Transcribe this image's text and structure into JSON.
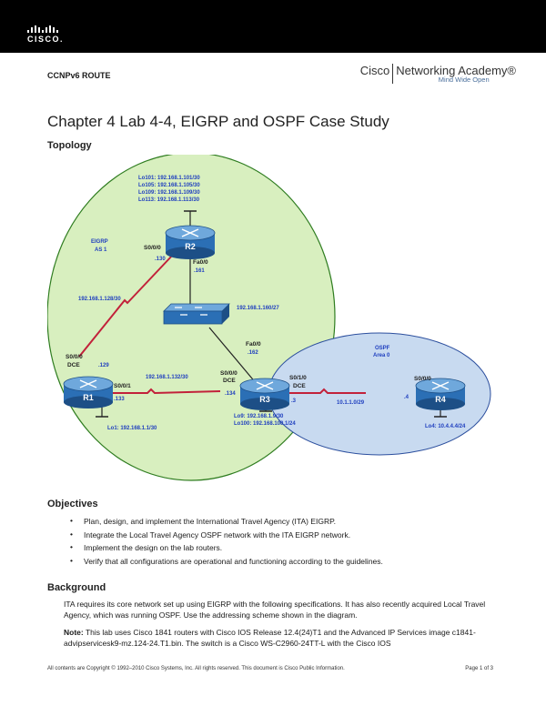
{
  "header": {
    "logo_text": "CISCO.",
    "course": "CCNPv6 ROUTE",
    "academy_brand": "Cisco",
    "academy_name": "Networking Academy®",
    "academy_tagline": "Mind Wide Open"
  },
  "document": {
    "title": "Chapter 4 Lab 4-4, EIGRP and OSPF Case Study",
    "topology_heading": "Topology"
  },
  "topology": {
    "eigrp_label": "EIGRP",
    "eigrp_as": "AS 1",
    "ospf_label": "OSPF",
    "ospf_area": "Area 0",
    "routers": [
      "R1",
      "R2",
      "R3",
      "R4"
    ],
    "r2_loopbacks": [
      "Lo101: 192.168.1.101/30",
      "Lo105: 192.168.1.105/30",
      "Lo109: 192.168.1.109/30",
      "Lo113: 192.168.1.113/30"
    ],
    "r2_s000": "S0/0/0",
    "r2_s000_ip": ".130",
    "r2_fa00": "Fa0/0",
    "r2_fa00_ip": ".161",
    "r1_s000": "S0/0/0",
    "r1_dce": "DCE",
    "r1_s000_ip": ".129",
    "r1_s001": "S0/0/1",
    "r1_s001_ip": ".133",
    "r1_loopback": "Lo1: 192.168.1.1/30",
    "link_r1_r2": "192.168.1.128/30",
    "link_r1_r3": "192.168.1.132/30",
    "switch_net": "192.168.1.160/27",
    "r3_fa00": "Fa0/0",
    "r3_fa00_ip": ".162",
    "r3_s000": "S0/0/0",
    "r3_dce": "DCE",
    "r3_s000_ip": ".134",
    "r3_s010": "S0/1/0",
    "r3_dce2": "DCE",
    "r3_s010_ip": ".3",
    "r3_loopbacks": [
      "Lo9: 192.168.1.9/30",
      "Lo100: 192.168.100.1/24"
    ],
    "link_r3_r4": "10.1.1.0/29",
    "r4_s000": "S0/0/0",
    "r4_s000_ip": ".4",
    "r4_loopback": "Lo4: 10.4.4.4/24",
    "colors": {
      "eigrp_fill": "#d8efbf",
      "eigrp_border": "#2f7d20",
      "ospf_fill": "#c8daf0",
      "ospf_border": "#2c4f9e",
      "serial_eigrp": "#c2213a",
      "router": "#2b6fb5"
    }
  },
  "objectives": {
    "heading": "Objectives",
    "items": [
      "Plan, design, and implement the International Travel Agency (ITA) EIGRP.",
      "Integrate the Local Travel Agency OSPF network with the ITA EIGRP network.",
      "Implement the design on the lab routers.",
      "Verify that all configurations are operational and functioning according to the guidelines."
    ]
  },
  "background": {
    "heading": "Background",
    "p1": "ITA requires its core network set up using EIGRP with the following specifications. It has also recently acquired Local Travel Agency, which was running OSPF. Use the addressing scheme shown in the diagram.",
    "note_label": "Note:",
    "note_text": " This lab uses Cisco 1841 routers with Cisco IOS Release 12.4(24)T1 and the Advanced IP Services image c1841-advipservicesk9-mz.124-24.T1.bin. The switch is a Cisco WS-C2960-24TT-L with the Cisco IOS"
  },
  "footer": {
    "copyright": "All contents are Copyright © 1992–2010 Cisco Systems, Inc. All rights reserved. This document is Cisco Public Information.",
    "page": "Page 1 of 3"
  }
}
